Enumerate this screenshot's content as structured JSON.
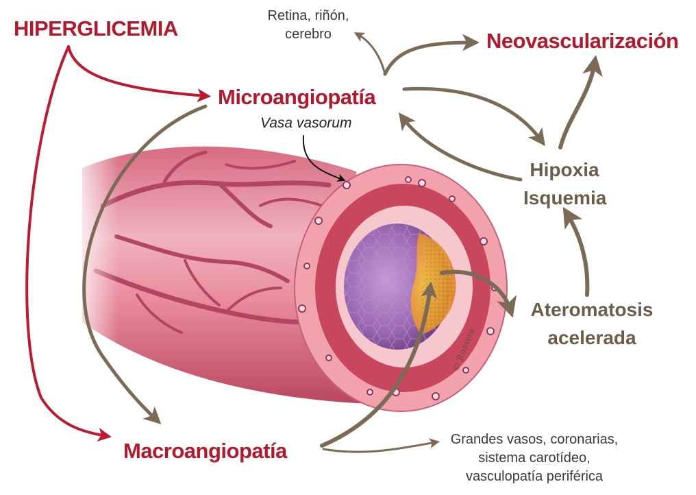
{
  "labels": {
    "hiperglicemia": "HIPERGLICEMIA",
    "microangiopatia": "Microangiopatía",
    "macroangiopatia": "Macroangiopatía",
    "neovascularizacion": "Neovascularización",
    "hipoxia": "Hipoxia",
    "isquemia": "Isquemia",
    "ateromatosis_1": "Ateromatosis",
    "ateromatosis_2": "acelerada",
    "vasa_vasorum": "Vasa vasorum",
    "retina_1": "Retina, riñón,",
    "retina_2": "cerebro",
    "grandes_1": "Grandes vasos, coronarias,",
    "grandes_2": "sistema carotídeo,",
    "grandes_3": "vasculopatía periférica",
    "copyright": "© Romera"
  },
  "colors": {
    "red_label": "#b3182d",
    "brown_label": "#6b5d4b",
    "red_arrow": "#c0182e",
    "brown_arrow": "#7a6a56",
    "vessel_pink": "#e48a98",
    "vessel_dark": "#b84a62",
    "lumen_purple": "#9b6bb0",
    "plaque_orange": "#f0a030",
    "plaque_yellow": "#f2d84a"
  }
}
